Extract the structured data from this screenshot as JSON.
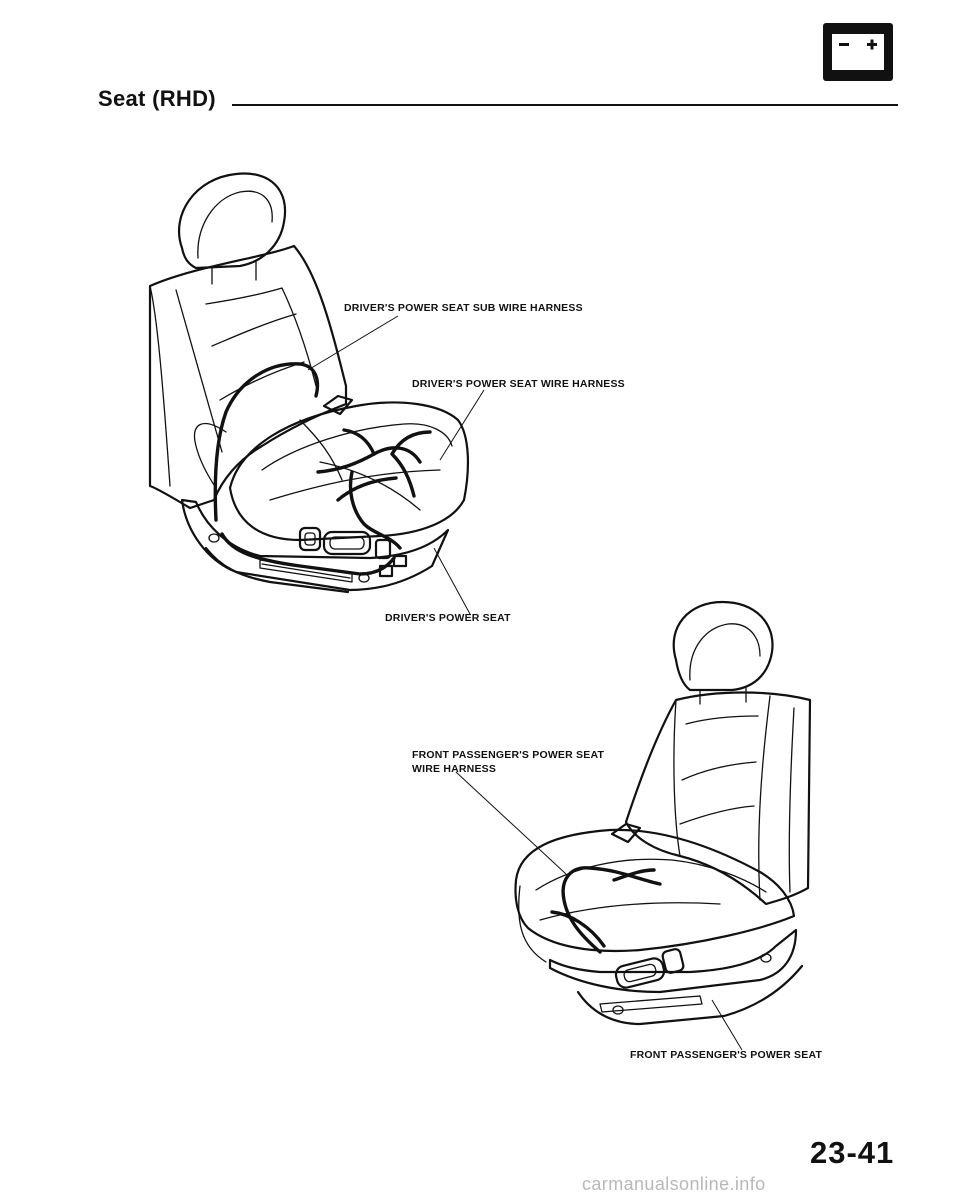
{
  "header": {
    "title": "Seat (RHD)",
    "battery_icon": "battery-icon"
  },
  "labels": {
    "drivers_sub_harness": "DRIVER'S POWER SEAT SUB WIRE HARNESS",
    "drivers_harness": "DRIVER'S POWER SEAT WIRE HARNESS",
    "drivers_seat": "DRIVER'S POWER SEAT",
    "passenger_harness_line1": "FRONT PASSENGER'S POWER SEAT",
    "passenger_harness_line2": "WIRE HARNESS",
    "passenger_seat": "FRONT PASSENGER'S POWER SEAT"
  },
  "footer": {
    "page_number": "23-41",
    "watermark": "carmanualsonline.info"
  }
}
